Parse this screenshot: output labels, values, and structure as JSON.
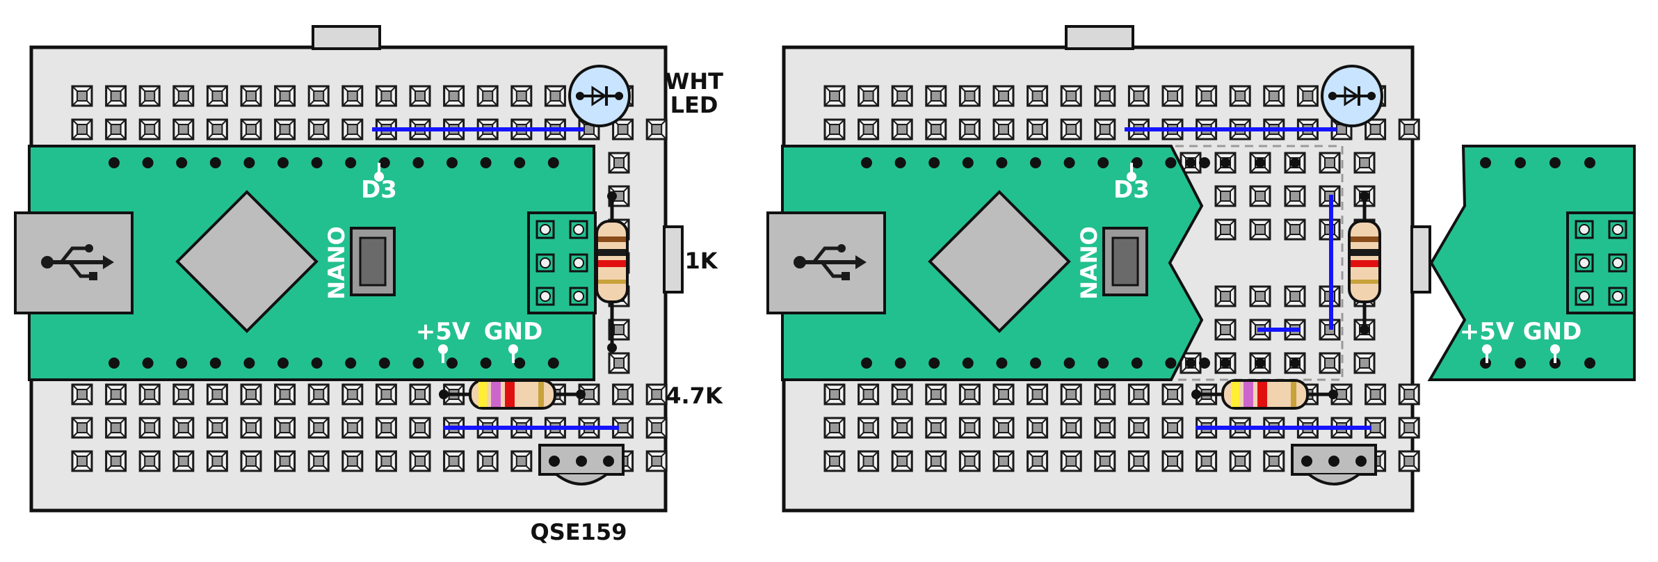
{
  "labels": {
    "led": [
      "WHT",
      "LED"
    ],
    "r_top": "1K",
    "r_bottom": "4.7K",
    "sensor": "QSE159",
    "board": "NANO",
    "pin_d3": "D3",
    "pin_5v": "+5V",
    "pin_gnd": "GND"
  },
  "colors": {
    "breadboard": "#e6e6e6",
    "hole": "#9a9a9a",
    "nano_board": "#23c08f",
    "wire": "#1414ff",
    "led_body": "#c9e4ff",
    "resistor_body": "#f2d3b0",
    "usb": "#bdbdbd"
  },
  "icons": [
    "usb-icon",
    "led-diode-icon",
    "chip-icon"
  ]
}
